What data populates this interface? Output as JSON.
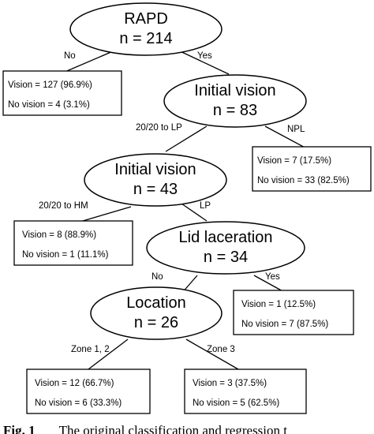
{
  "nodes": {
    "rapd": {
      "title": "RAPD",
      "count": "n = 214"
    },
    "initial_vision_1": {
      "title": "Initial vision",
      "count": "n = 83"
    },
    "initial_vision_2": {
      "title": "Initial vision",
      "count": "n = 43"
    },
    "lid_laceration": {
      "title": "Lid laceration",
      "count": "n = 34"
    },
    "location": {
      "title": "Location",
      "count": "n = 26"
    }
  },
  "edges": {
    "rapd_no": "No",
    "rapd_yes": "Yes",
    "iv1_left": "20/20 to LP",
    "iv1_right": "NPL",
    "iv2_left": "20/20 to HM",
    "iv2_right": "LP",
    "lid_no": "No",
    "lid_yes": "Yes",
    "loc_left": "Zone 1, 2",
    "loc_right": "Zone 3"
  },
  "leaves": {
    "rapd_no": {
      "vision": "Vision = 127 (96.9%)",
      "no_vision": "No vision = 4 (3.1%)"
    },
    "npl": {
      "vision": "Vision = 7 (17.5%)",
      "no_vision": "No vision = 33 (82.5%)"
    },
    "hm": {
      "vision": "Vision = 8 (88.9%)",
      "no_vision": "No vision = 1 (11.1%)"
    },
    "lid_yes": {
      "vision": "Vision = 1 (12.5%)",
      "no_vision": "No vision = 7 (87.5%)"
    },
    "zone12": {
      "vision": "Vision = 12 (66.7%)",
      "no_vision": "No vision = 6 (33.3%)"
    },
    "zone3": {
      "vision": "Vision = 3 (37.5%)",
      "no_vision": "No vision = 5 (62.5%)"
    }
  },
  "caption": {
    "label": "Fig. 1",
    "text": "The original classification and regression t"
  }
}
